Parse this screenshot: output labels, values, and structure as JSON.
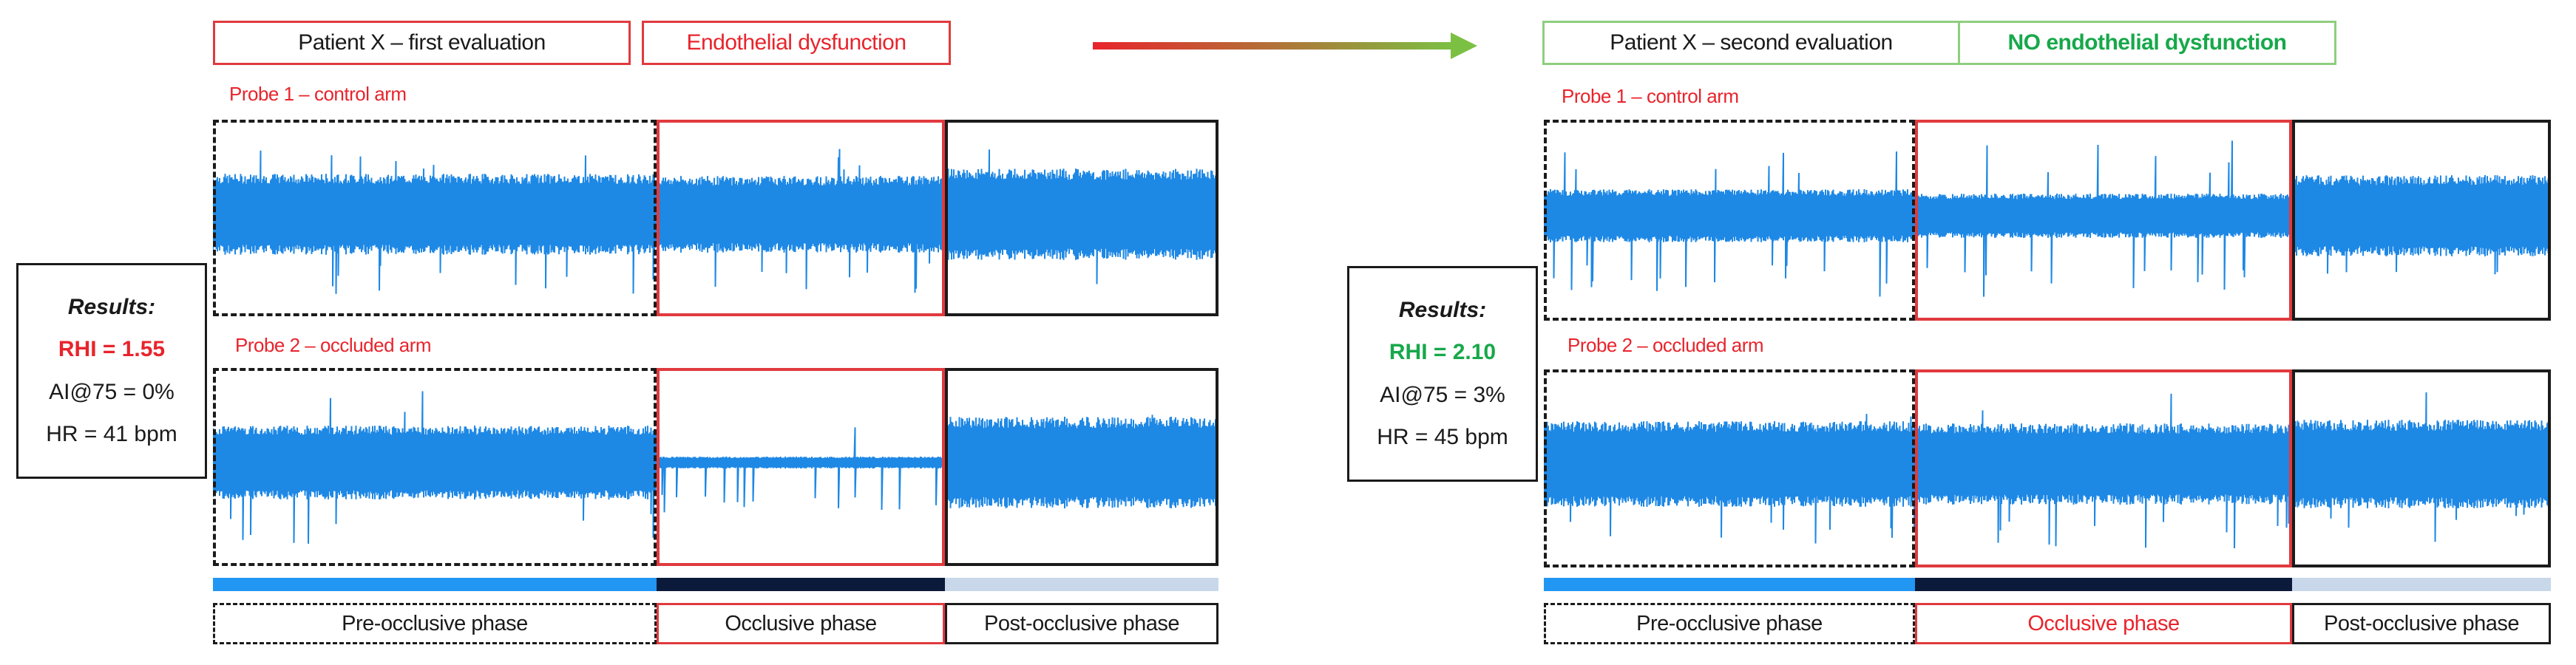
{
  "left": {
    "header_title": "Patient X – first evaluation",
    "header_status": "Endothelial dysfunction",
    "probe1_label": "Probe 1 – control arm",
    "probe2_label": "Probe 2 – occluded arm",
    "results": {
      "title": "Results:",
      "rhi": "RHI = 1.55",
      "ai75": "AI@75 = 0%",
      "hr": "HR = 41 bpm"
    },
    "phases": {
      "pre": "Pre-occlusive phase",
      "occ": "Occlusive phase",
      "post": "Post-occlusive phase"
    }
  },
  "right": {
    "header_title": "Patient X – second evaluation",
    "header_status": "NO endothelial dysfunction",
    "probe1_label": "Probe 1 – control arm",
    "probe2_label": "Probe 2 – occluded arm",
    "results": {
      "title": "Results:",
      "rhi": "RHI = 2.10",
      "ai75": "AI@75 = 3%",
      "hr": "HR = 45 bpm"
    },
    "phases": {
      "pre": "Pre-occlusive phase",
      "occ": "Occlusive phase",
      "post": "Post-occlusive phase"
    }
  },
  "colors": {
    "signal": "#1e88e5",
    "dysfunction_red": "#e8242c",
    "normal_green": "#17a84a",
    "arrow_start": "#e8242c",
    "arrow_end": "#7bc043",
    "phase_pre": "#2196f3",
    "phase_occ": "#0b1a3a",
    "phase_post": "#c8d8ea"
  },
  "icons": {
    "transition_arrow": "gradient-arrow-right-icon"
  }
}
